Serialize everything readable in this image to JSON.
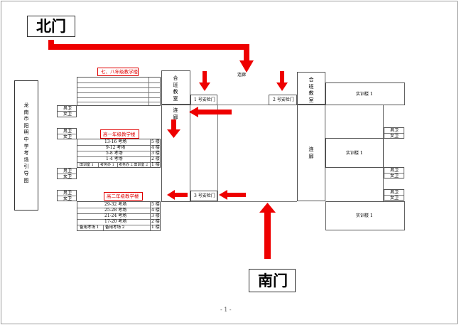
{
  "gates": {
    "north": "北门",
    "south": "南门"
  },
  "side_title": "龙南市阳明中学考场引导图",
  "buildings": {
    "grade78": "七、八年级教学楼",
    "grade10": "高一年级教学楼",
    "grade11": "高二年级教学楼",
    "training": "实训楼 1"
  },
  "rooms": {
    "hall": "合班教室",
    "corridor": "连廊",
    "male_wc": "男卫",
    "female_wc": "女卫",
    "checkpoint1": "1 号安检门",
    "checkpoint2": "2 号安检门",
    "checkpoint3": "3 号安检门"
  },
  "grade10_rows": [
    {
      "label": "13-16 考场",
      "floor": "5 楼"
    },
    {
      "label": "9-12 考场",
      "floor": "4 楼"
    },
    {
      "label": "5-8 考场",
      "floor": "3 楼"
    },
    {
      "label": "1-4 考场",
      "floor": "2 楼"
    }
  ],
  "grade10_bottom": {
    "c1": "田训室 1",
    "c2": "考务办 1",
    "c3": "考务办 2 田训室 2",
    "floor": "1 楼"
  },
  "grade11_rows": [
    {
      "label": "29-32 考场",
      "floor": "5 楼"
    },
    {
      "label": "25-28 考场",
      "floor": "4 楼"
    },
    {
      "label": "21-24 考场",
      "floor": "3 楼"
    },
    {
      "label": "17-20 考场",
      "floor": "2 楼"
    }
  ],
  "grade11_bottom": {
    "c1": "备用考场 1",
    "c2": "备用考场 2",
    "floor": "1 楼"
  },
  "page_number": "- 1 -"
}
